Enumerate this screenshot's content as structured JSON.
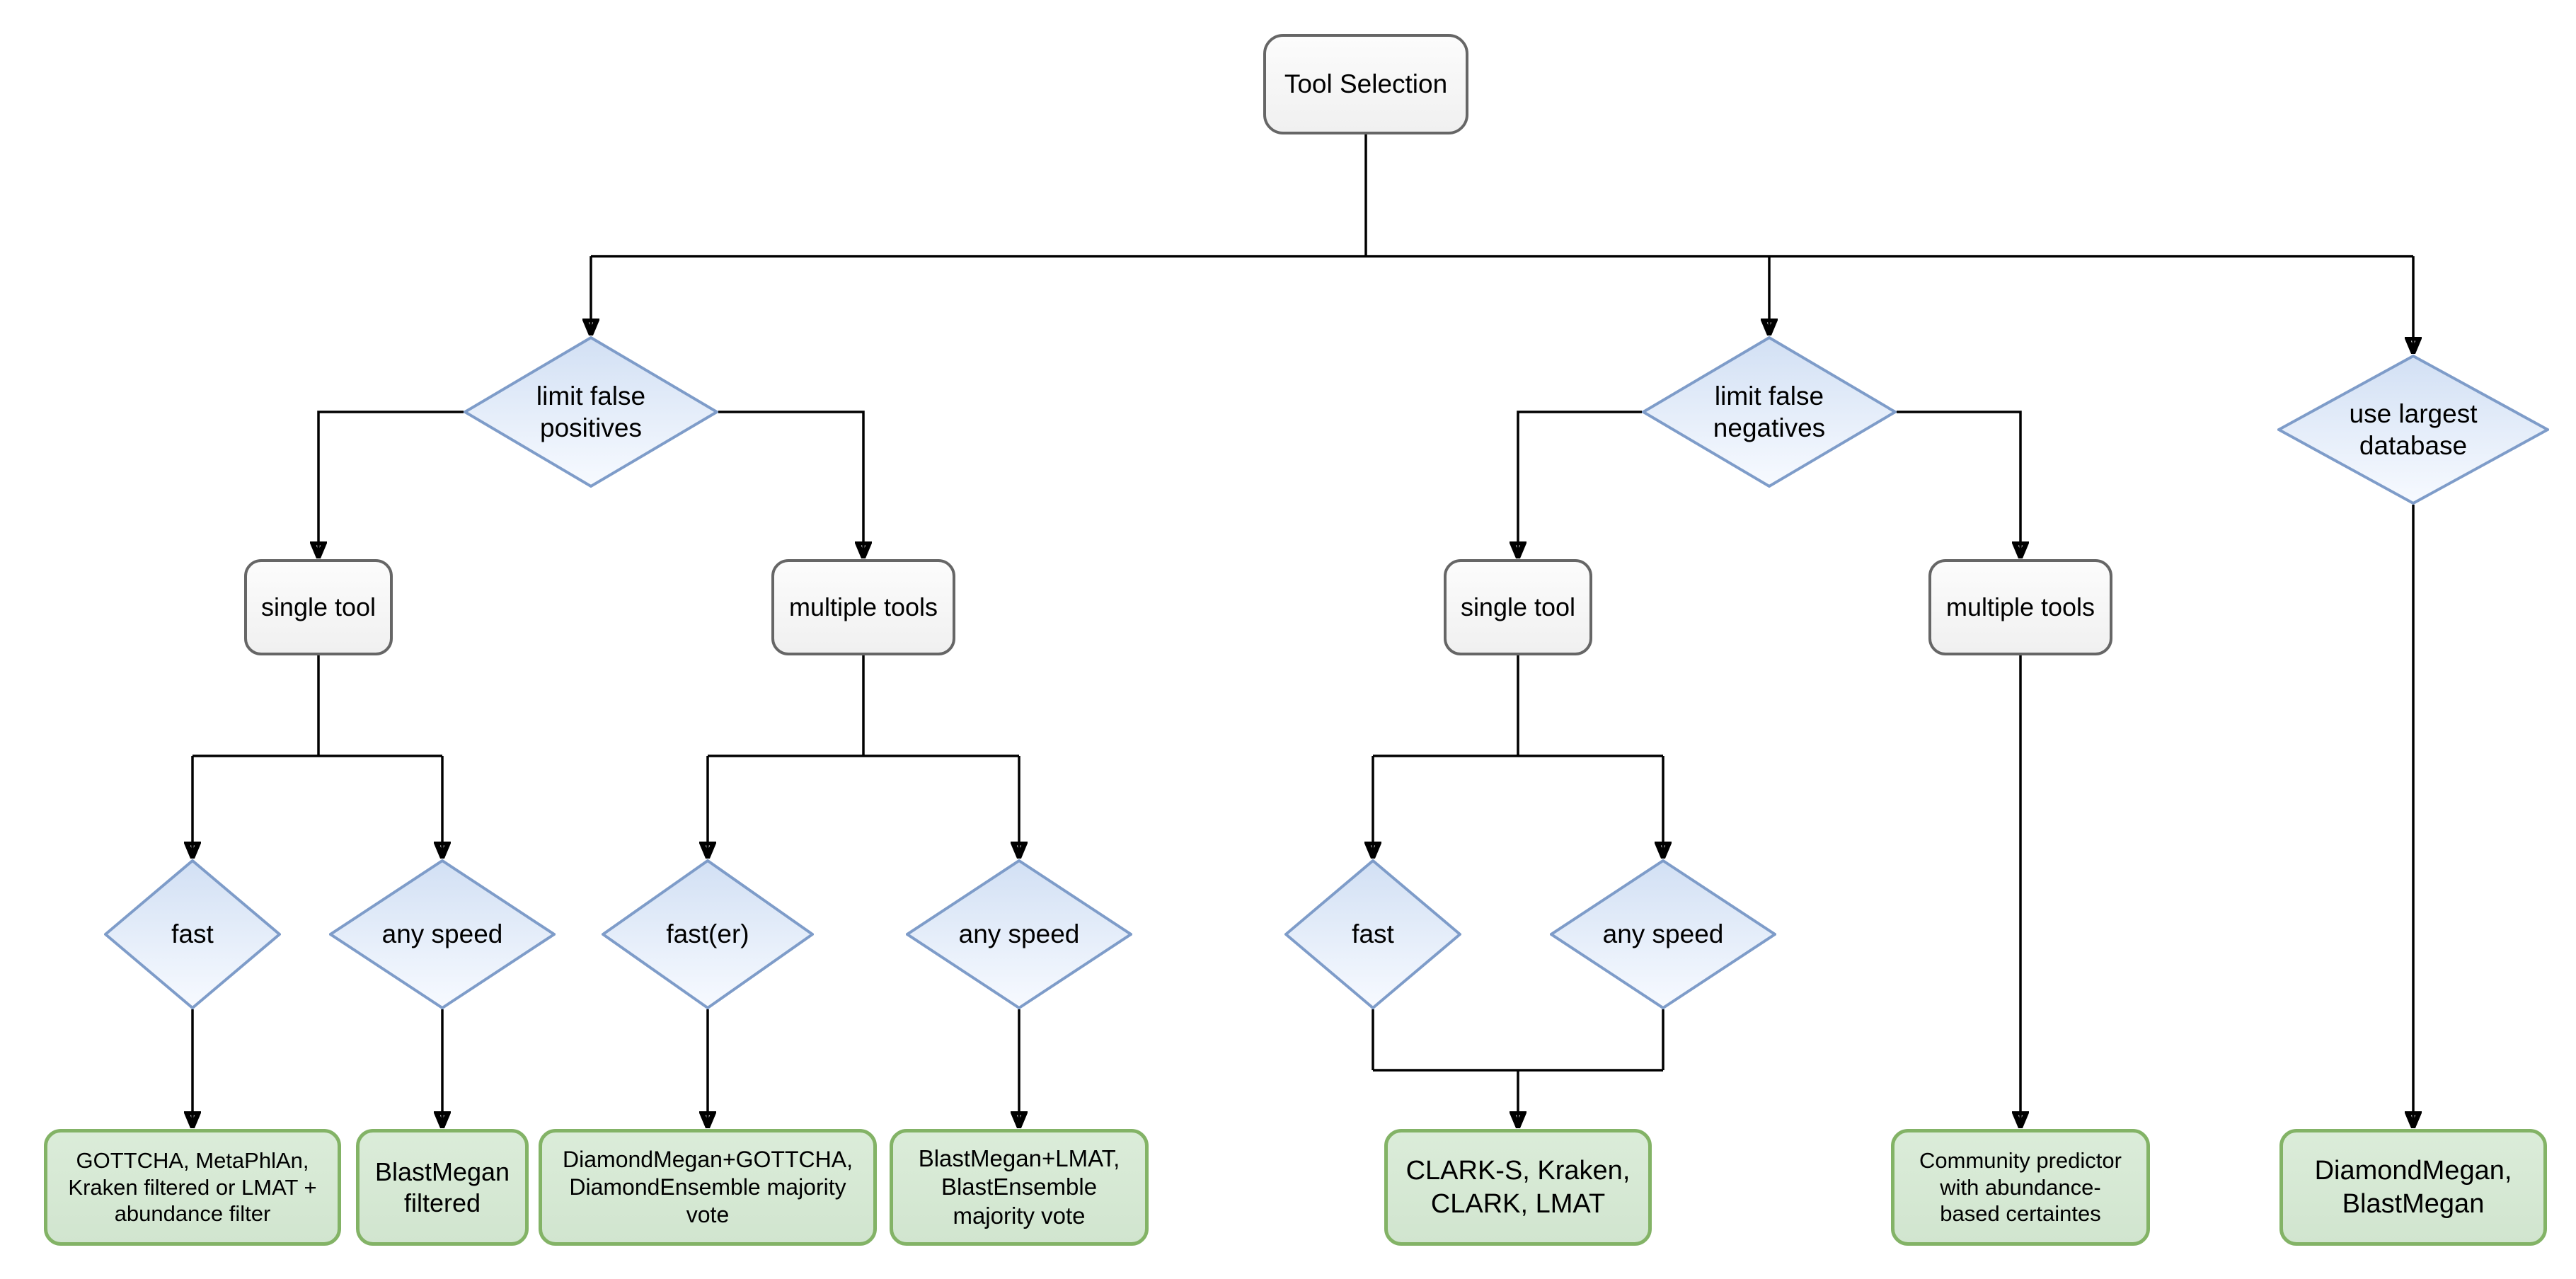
{
  "palette": {
    "background": "#ffffff",
    "text": "#000000",
    "connector": "#000000",
    "decision_border": "#7e9cc9",
    "decision_fill_top": "#d2e0f4",
    "decision_fill_bottom": "#f7faff",
    "process_border": "#666666",
    "process_fill_top": "#fcfcfc",
    "process_fill_bottom": "#f0f0f0",
    "result_border": "#83b366",
    "result_fill_top": "#dbecd9",
    "result_fill_bottom": "#d1e5cf"
  },
  "nodes": {
    "tool_selection": {
      "type": "process",
      "label": "Tool Selection"
    },
    "limit_false_positives": {
      "type": "decision",
      "label": "limit false\npositives"
    },
    "limit_false_negatives": {
      "type": "decision",
      "label": "limit false\nnegatives"
    },
    "use_largest_database": {
      "type": "decision",
      "label": "use largest\ndatabase"
    },
    "single_tool_fp": {
      "type": "process",
      "label": "single tool"
    },
    "multiple_tools_fp": {
      "type": "process",
      "label": "multiple tools"
    },
    "single_tool_fn": {
      "type": "process",
      "label": "single tool"
    },
    "multiple_tools_fn": {
      "type": "process",
      "label": "multiple tools"
    },
    "fast_fp_single": {
      "type": "decision",
      "label": "fast"
    },
    "any_speed_fp_single": {
      "type": "decision",
      "label": "any speed"
    },
    "faster_fp_multi": {
      "type": "decision",
      "label": "fast(er)"
    },
    "any_speed_fp_multi": {
      "type": "decision",
      "label": "any speed"
    },
    "fast_fn_single": {
      "type": "decision",
      "label": "fast"
    },
    "any_speed_fn_single": {
      "type": "decision",
      "label": "any speed"
    },
    "result_gottcha": {
      "type": "result",
      "label": "GOTTCHA, MetaPhlAn,\nKraken filtered or LMAT +\nabundance filter"
    },
    "result_blastmegan_filtered": {
      "type": "result",
      "label": "BlastMegan\nfiltered"
    },
    "result_diamondmegan_gottcha": {
      "type": "result",
      "label": "DiamondMegan+GOTTCHA,\nDiamondEnsemble majority\nvote"
    },
    "result_blastmegan_lmat": {
      "type": "result",
      "label": "BlastMegan+LMAT,\nBlastEnsemble\nmajority vote"
    },
    "result_clark": {
      "type": "result",
      "label": "CLARK-S, Kraken,\nCLARK, LMAT"
    },
    "result_community_predictor": {
      "type": "result",
      "label": "Community predictor\nwith abundance-\nbased certaintes"
    },
    "result_diamondmegan_blastmegan": {
      "type": "result",
      "label": "DiamondMegan,\nBlastMegan"
    }
  },
  "edges": [
    [
      "tool_selection",
      "limit_false_positives"
    ],
    [
      "tool_selection",
      "limit_false_negatives"
    ],
    [
      "tool_selection",
      "use_largest_database"
    ],
    [
      "limit_false_positives",
      "single_tool_fp"
    ],
    [
      "limit_false_positives",
      "multiple_tools_fp"
    ],
    [
      "single_tool_fp",
      "fast_fp_single"
    ],
    [
      "single_tool_fp",
      "any_speed_fp_single"
    ],
    [
      "multiple_tools_fp",
      "faster_fp_multi"
    ],
    [
      "multiple_tools_fp",
      "any_speed_fp_multi"
    ],
    [
      "fast_fp_single",
      "result_gottcha"
    ],
    [
      "any_speed_fp_single",
      "result_blastmegan_filtered"
    ],
    [
      "faster_fp_multi",
      "result_diamondmegan_gottcha"
    ],
    [
      "any_speed_fp_multi",
      "result_blastmegan_lmat"
    ],
    [
      "limit_false_negatives",
      "single_tool_fn"
    ],
    [
      "limit_false_negatives",
      "multiple_tools_fn"
    ],
    [
      "single_tool_fn",
      "fast_fn_single"
    ],
    [
      "single_tool_fn",
      "any_speed_fn_single"
    ],
    [
      "fast_fn_single",
      "result_clark"
    ],
    [
      "any_speed_fn_single",
      "result_clark"
    ],
    [
      "multiple_tools_fn",
      "result_community_predictor"
    ],
    [
      "use_largest_database",
      "result_diamondmegan_blastmegan"
    ]
  ]
}
